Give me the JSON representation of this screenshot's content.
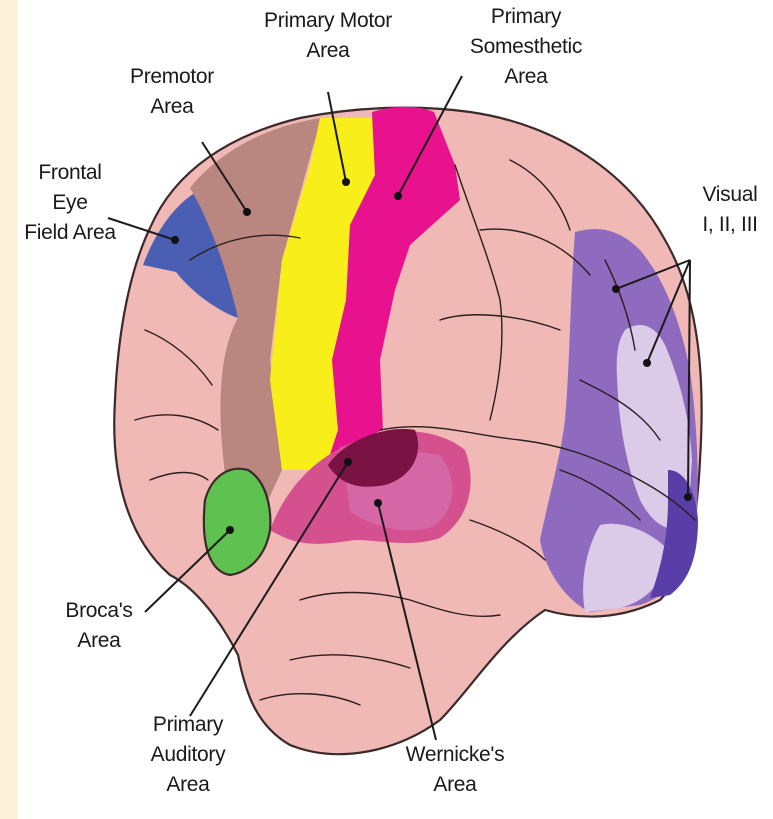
{
  "labels": {
    "primary_motor": [
      "Primary Motor",
      "Area"
    ],
    "primary_somesthetic": [
      "Primary",
      "Somesthetic",
      "Area"
    ],
    "premotor": [
      "Premotor",
      "Area"
    ],
    "frontal_eye": [
      "Frontal",
      "Eye",
      "Field Area"
    ],
    "visual": [
      "Visual",
      "I, II, III"
    ],
    "brocas": [
      "Broca's",
      "Area"
    ],
    "primary_auditory": [
      "Primary",
      "Auditory",
      "Area"
    ],
    "wernickes": [
      "Wernicke's",
      "Area"
    ]
  },
  "colors": {
    "cortex": "#f1b9b6",
    "frontal_eye_field": "#4a5fb3",
    "premotor": "#b98680",
    "primary_motor": "#f8ef1a",
    "primary_somesthetic": "#e8128e",
    "brocas": "#5ec150",
    "primary_auditory": "#d5508f",
    "wernickes": "#d667a6",
    "auditory_core": "#7a1243",
    "visual_I": "#8f6bc0",
    "visual_II": "#dccbe8",
    "visual_III": "#5a3ea8"
  }
}
